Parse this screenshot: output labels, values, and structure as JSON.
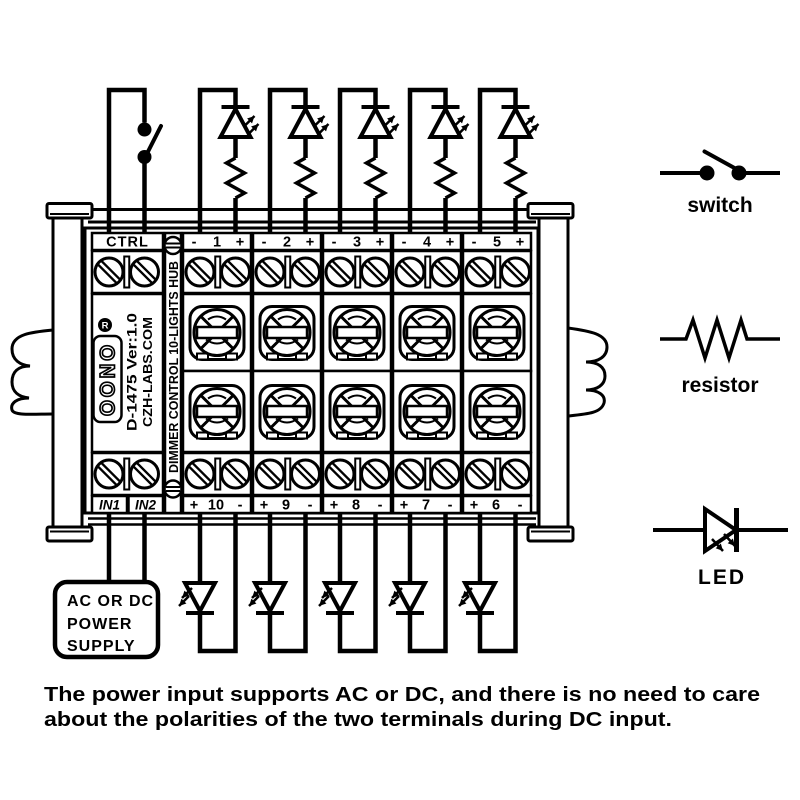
{
  "colors": {
    "ink": "#000000",
    "paper": "#ffffff"
  },
  "device": {
    "ctrl_label": "CTRL",
    "product_strip": "DIMMER CONTROL 10-LIGHTS HUB",
    "brand": "OONO",
    "registered": "R",
    "model": "D-1475 Ver:1.0",
    "website": "CZH-LABS.COM",
    "inputs": [
      "IN1",
      "IN2"
    ],
    "top_channels": [
      {
        "left": "-",
        "num": "1",
        "right": "+"
      },
      {
        "left": "-",
        "num": "2",
        "right": "+"
      },
      {
        "left": "-",
        "num": "3",
        "right": "+"
      },
      {
        "left": "-",
        "num": "4",
        "right": "+"
      },
      {
        "left": "-",
        "num": "5",
        "right": "+"
      }
    ],
    "bottom_channels": [
      {
        "left": "+",
        "num": "10",
        "right": "-"
      },
      {
        "left": "+",
        "num": "9",
        "right": "-"
      },
      {
        "left": "+",
        "num": "8",
        "right": "-"
      },
      {
        "left": "+",
        "num": "7",
        "right": "-"
      },
      {
        "left": "+",
        "num": "6",
        "right": "-"
      }
    ]
  },
  "power_supply": {
    "lines": [
      "AC OR DC",
      "POWER",
      "SUPPLY"
    ]
  },
  "legend": {
    "switch_label": "switch",
    "resistor_label": "resistor",
    "led_label": "LED"
  },
  "caption": {
    "line1": "The power input supports AC or DC, and there is no need to care",
    "line2": "about the polarities of the two terminals during DC input."
  }
}
